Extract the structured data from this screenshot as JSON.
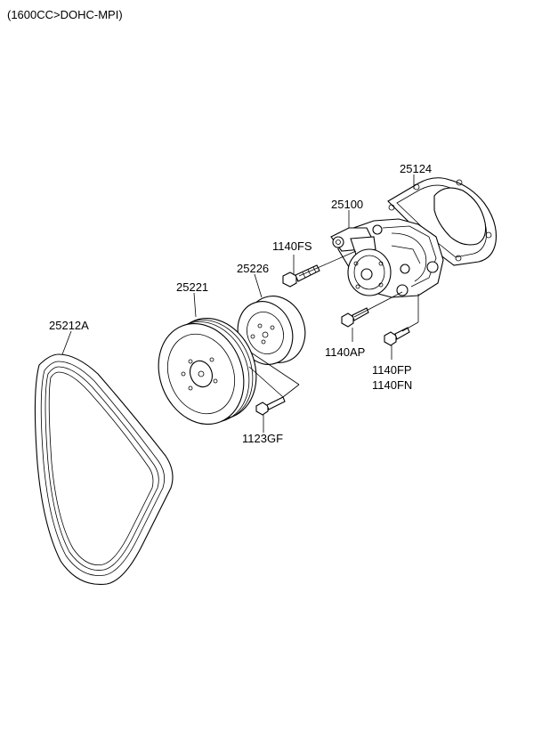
{
  "header": {
    "title": "(1600CC>DOHC-MPI)"
  },
  "parts": {
    "p25124": "25124",
    "p25100": "25100",
    "p1140FS": "1140FS",
    "p25226": "25226",
    "p25221": "25221",
    "p25212A": "25212A",
    "p1140AP": "1140AP",
    "p1140FP": "1140FP",
    "p1140FN": "1140FN",
    "p1123GF": "1123GF"
  }
}
